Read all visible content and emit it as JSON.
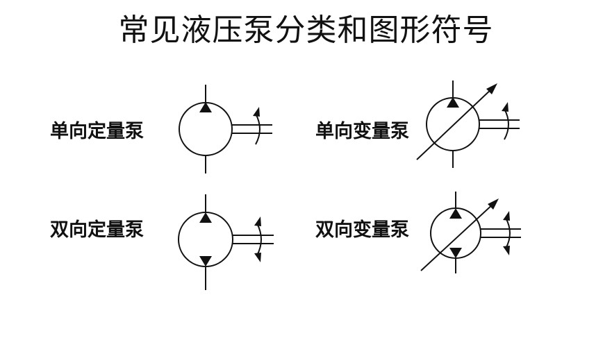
{
  "title": "常见液压泵分类和图形符号",
  "pumps": [
    {
      "label": "单向定量泵",
      "direction": "one-way",
      "displacement": "fixed"
    },
    {
      "label": "单向变量泵",
      "direction": "one-way",
      "displacement": "variable"
    },
    {
      "label": "双向定量泵",
      "direction": "two-way",
      "displacement": "fixed"
    },
    {
      "label": "双向变量泵",
      "direction": "two-way",
      "displacement": "variable"
    }
  ],
  "colors": {
    "ink": "#111111",
    "background": "#ffffff"
  }
}
